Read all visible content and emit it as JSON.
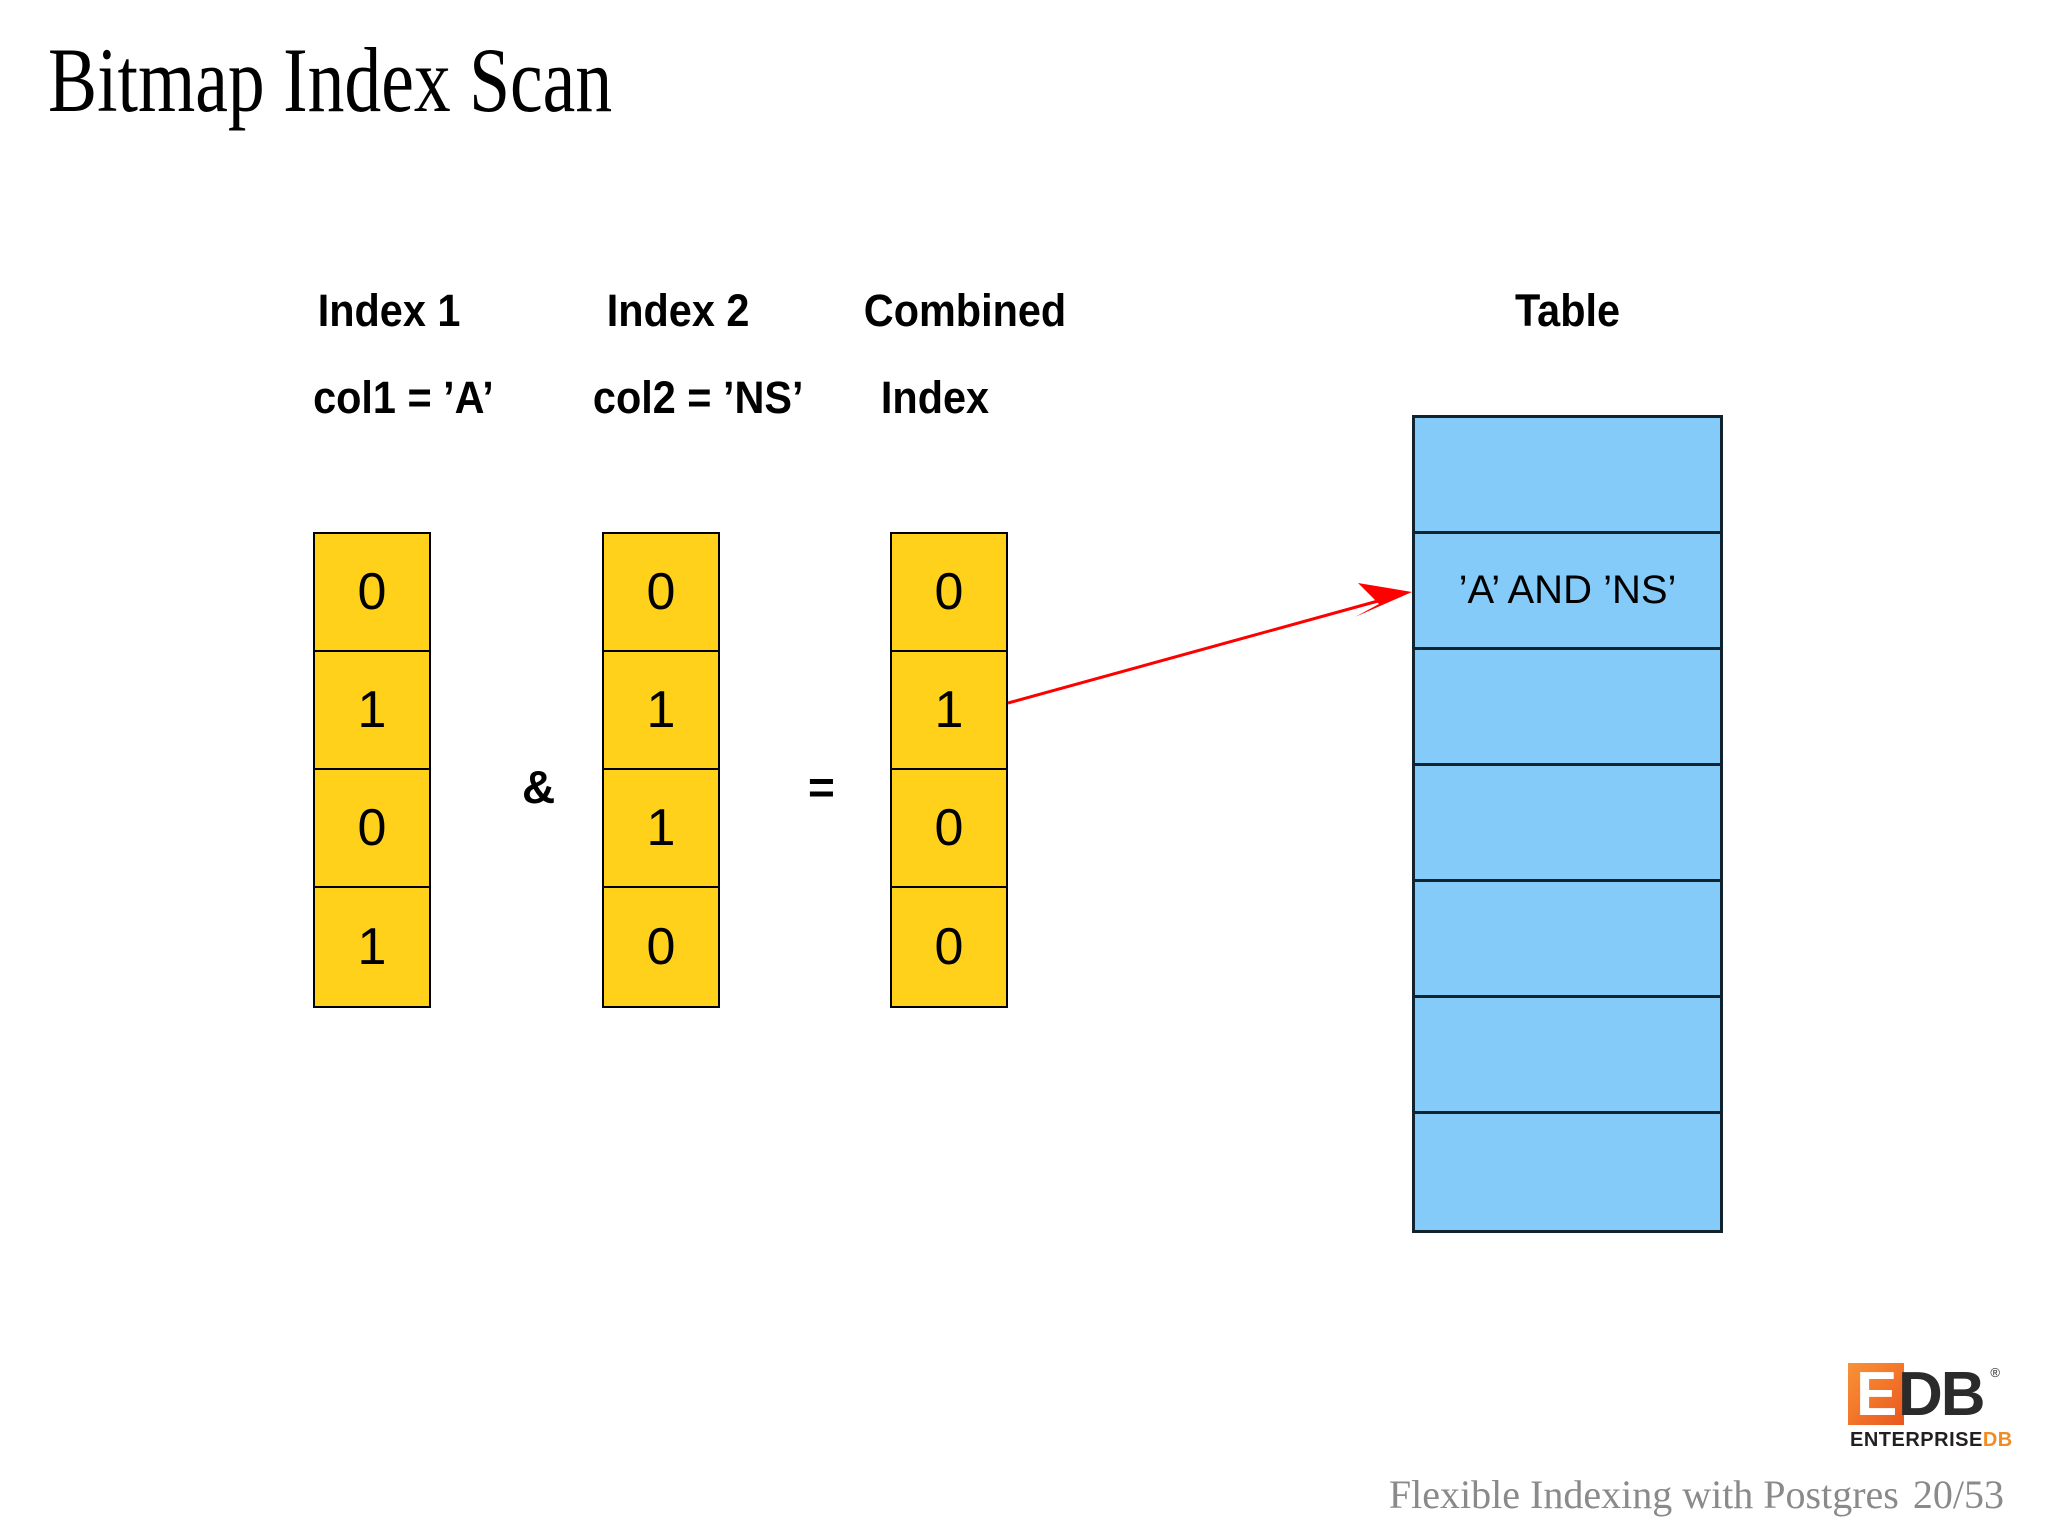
{
  "slide": {
    "title": "Bitmap Index Scan",
    "background_color": "#ffffff"
  },
  "colors": {
    "bitmap_fill": "#FFD11A",
    "bitmap_border": "#000000",
    "table_fill": "#85CBFA",
    "table_border": "#12232E",
    "arrow": "#FF0000",
    "footer_text": "#8A8A8A",
    "logo_orange": "#F08C23",
    "logo_dark": "#231F20"
  },
  "diagram": {
    "columns": [
      {
        "header_line1": "Index 1",
        "header_line2": "col1 = ’A’",
        "bits": [
          "0",
          "1",
          "0",
          "1"
        ]
      },
      {
        "header_line1": "Index 2",
        "header_line2": "col2 = ’NS’",
        "bits": [
          "0",
          "1",
          "1",
          "0"
        ]
      },
      {
        "header_line1": "Combined",
        "header_line2": "Index",
        "bits": [
          "0",
          "1",
          "0",
          "0"
        ]
      }
    ],
    "operators": {
      "and": "&",
      "equals": "="
    },
    "table": {
      "header": "Table",
      "rows": [
        "",
        "’A’ AND ’NS’",
        "",
        "",
        "",
        "",
        ""
      ],
      "highlighted_row_index": 1
    },
    "arrow": {
      "label": "",
      "from": "combined-index-bit-1",
      "to": "table-row-2"
    }
  },
  "footer": {
    "deck_title": "Flexible Indexing with Postgres",
    "page": "20/53"
  },
  "logo": {
    "letter_e": "E",
    "letters_db": "DB",
    "registered": "®",
    "wordmark_dark": "ENTERPRISE",
    "wordmark_orange": "DB"
  }
}
